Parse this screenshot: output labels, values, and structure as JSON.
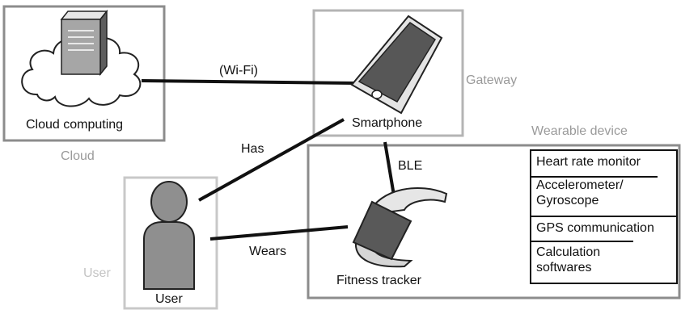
{
  "nodes": {
    "cloud": {
      "caption": "Cloud computing",
      "group_label": "Cloud"
    },
    "smartphone": {
      "caption": "Smartphone",
      "group_label": "Gateway"
    },
    "wearable": {
      "group_label": "Wearable device",
      "tracker_caption": "Fitness tracker"
    },
    "user": {
      "caption": "User",
      "group_label": "User"
    }
  },
  "connections": {
    "wifi": "(Wi-Fi)",
    "has": "Has",
    "ble": "BLE",
    "wears": "Wears"
  },
  "features": [
    "Heart rate monitor",
    "Accelerometer/ Gyroscope",
    "GPS communication",
    "Calculation softwares"
  ]
}
